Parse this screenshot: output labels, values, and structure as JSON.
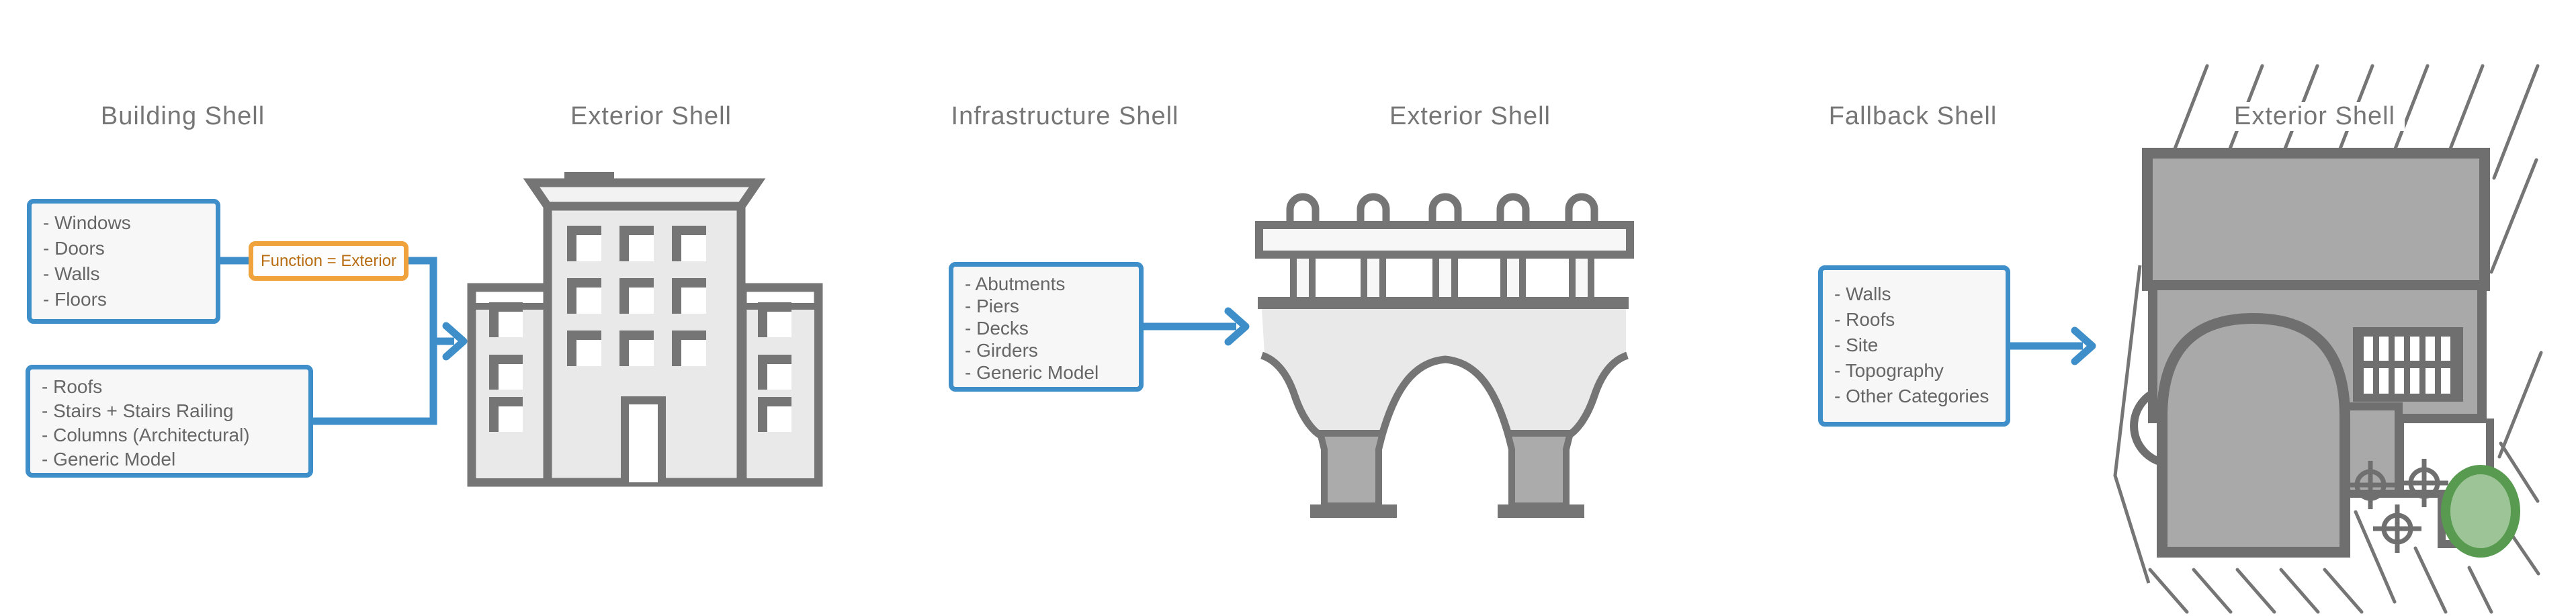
{
  "sections": [
    {
      "title": "Building Shell",
      "result_title": "Exterior Shell",
      "filter_label": "Function = Exterior",
      "box1": {
        "items": [
          "- Windows",
          "- Doors",
          "- Walls",
          "- Floors"
        ]
      },
      "box2": {
        "items": [
          "- Roofs",
          "- Stairs + Stairs Railing",
          "- Columns (Architectural)",
          "- Generic Model"
        ]
      },
      "icon": "building-icon"
    },
    {
      "title": "Infrastructure Shell",
      "result_title": "Exterior Shell",
      "box1": {
        "items": [
          "- Abutments",
          "- Piers",
          "- Decks",
          "- Girders",
          "- Generic Model"
        ]
      },
      "icon": "bridge-icon"
    },
    {
      "title": "Fallback Shell",
      "result_title": "Exterior Shell",
      "box1": {
        "items": [
          "- Walls",
          "- Roofs",
          "- Site",
          "- Topography",
          "- Other Categories"
        ]
      },
      "icon": "site-plan-icon"
    }
  ],
  "colors": {
    "accent_blue": "#3d8ec9",
    "accent_orange": "#f0a23d",
    "orange_text": "#b96d12",
    "stroke_gray": "#757575",
    "title_gray": "#767676",
    "list_text_gray": "#666666",
    "light_fill": "#e9e9e9",
    "plan_fill": "#a9a9a9",
    "pier_fill": "#ababab",
    "tree_green_ring": "#579a50",
    "tree_green_fill": "#9cc496"
  }
}
